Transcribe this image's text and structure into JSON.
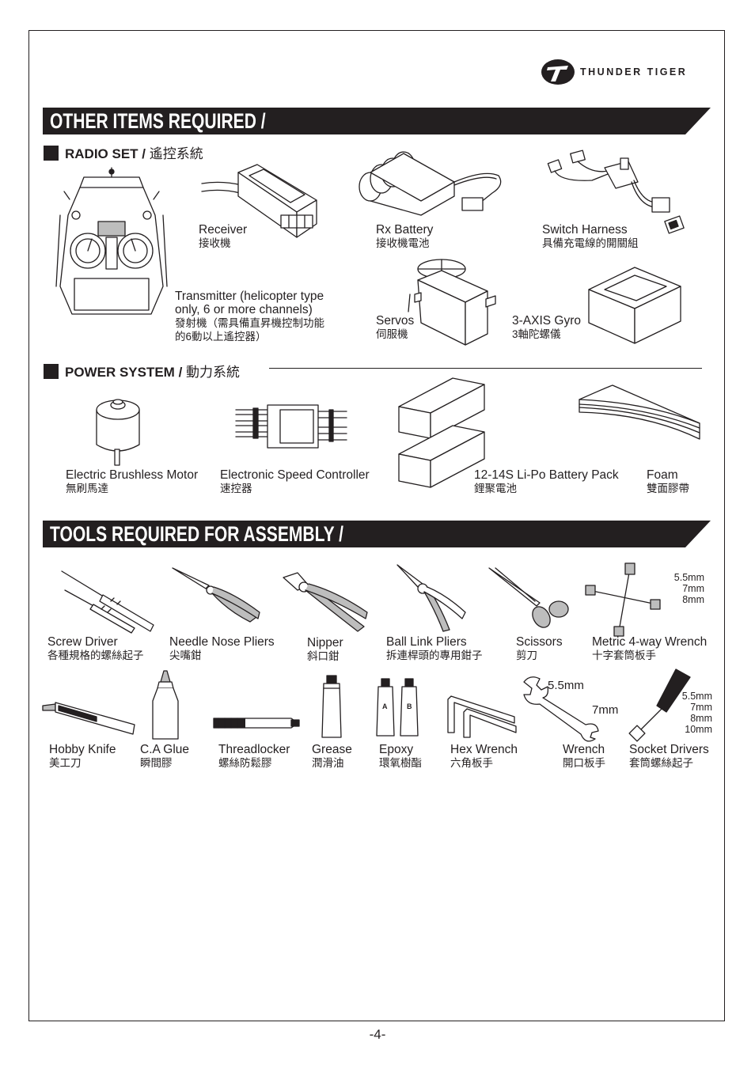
{
  "brand": {
    "name": "THUNDER TIGER"
  },
  "section1": {
    "title": "OTHER ITEMS REQUIRED /",
    "radio": {
      "heading_en": "RADIO SET /",
      "heading_zh": "遙控系統",
      "items": [
        {
          "en": "Receiver",
          "zh": "接收機"
        },
        {
          "en": "Rx Battery",
          "zh": "接收機電池"
        },
        {
          "en": "Switch Harness",
          "zh": "具備充電線的開關組"
        },
        {
          "en": "Transmitter (helicopter type",
          "en2": "only, 6 or more channels)",
          "zh": "發射機（需具備直昇機控制功能",
          "zh2": "的6動以上遙控器）"
        },
        {
          "en": "Servos",
          "zh": "伺服機"
        },
        {
          "en": "3-AXIS Gyro",
          "zh": "3軸陀螺儀"
        }
      ]
    },
    "power": {
      "heading_en": "POWER SYSTEM /",
      "heading_zh": "動力系統",
      "items": [
        {
          "en": "Electric Brushless Motor",
          "zh": "無刷馬達"
        },
        {
          "en": "Electronic Speed Controller",
          "zh": "速控器"
        },
        {
          "en": "12-14S Li-Po Battery Pack",
          "zh": "鋰聚電池"
        },
        {
          "en": "Foam",
          "zh": "雙面膠帶"
        }
      ]
    }
  },
  "section2": {
    "title": "TOOLS REQUIRED FOR ASSEMBLY /",
    "row1": [
      {
        "en": "Screw Driver",
        "zh": "各種規格的螺絲起子"
      },
      {
        "en": "Needle Nose Pliers",
        "zh": "尖嘴鉗"
      },
      {
        "en": "Nipper",
        "zh": "斜口鉗"
      },
      {
        "en": "Ball Link Pliers",
        "zh": "拆連桿頭的專用鉗子"
      },
      {
        "en": "Scissors",
        "zh": "剪刀"
      },
      {
        "en": "Metric 4-way Wrench",
        "zh": "十字套筒板手"
      }
    ],
    "wrench4_sizes": [
      "5.5mm",
      "7mm",
      "8mm"
    ],
    "row2": [
      {
        "en": "Hobby Knife",
        "zh": "美工刀"
      },
      {
        "en": "C.A Glue",
        "zh": "瞬間膠"
      },
      {
        "en": "Threadlocker",
        "zh": "螺絲防鬆膠"
      },
      {
        "en": "Grease",
        "zh": "潤滑油"
      },
      {
        "en": "Epoxy",
        "zh": "環氧樹酯"
      },
      {
        "en": "Hex Wrench",
        "zh": "六角板手"
      },
      {
        "en": "Wrench",
        "zh": "開口板手"
      },
      {
        "en": "Socket Drivers",
        "zh": "套筒螺絲起子"
      }
    ],
    "wrench_sizes": [
      "5.5mm",
      "7mm"
    ],
    "socket_sizes": [
      "5.5mm",
      "7mm",
      "8mm",
      "10mm"
    ],
    "epoxy_labels": [
      "A",
      "B"
    ]
  },
  "page_number": "-4-"
}
